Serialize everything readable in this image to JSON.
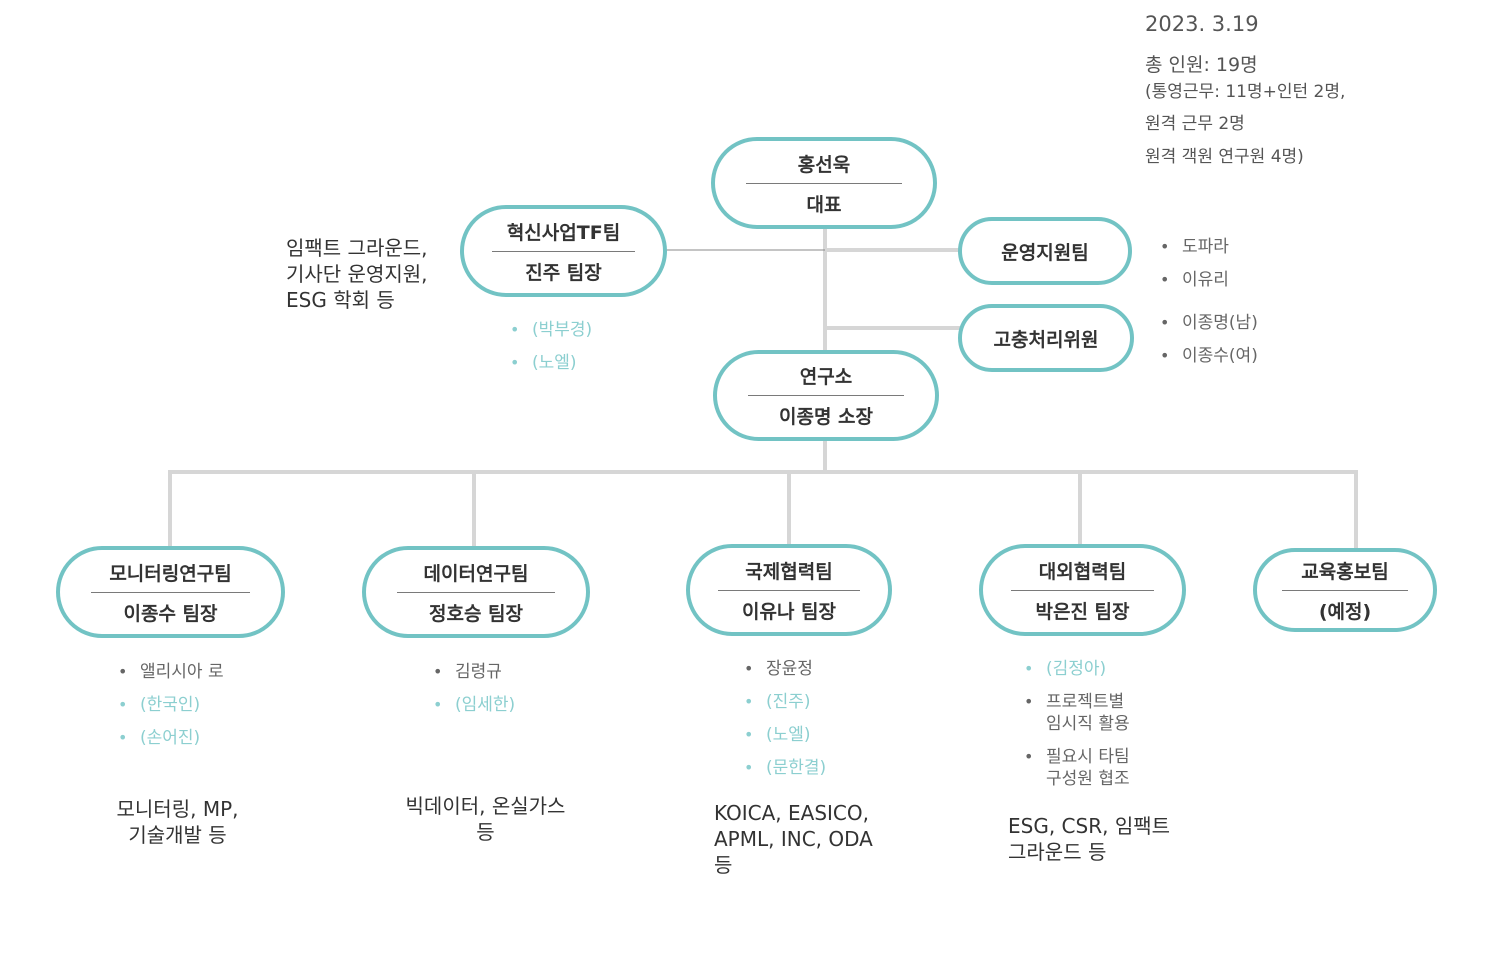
{
  "summary": {
    "date": "2023. 3.19",
    "total": "총 인원: 19명",
    "breakdown_1": "(통영근무: 11명+인턴 2명,",
    "breakdown_2": "원격 근무 2명",
    "breakdown_3": "원격 객원 연구원 4명)"
  },
  "colors": {
    "node_border": "#72c3c4",
    "connector": "#d6d6d6",
    "secondary_member": "#8ccfd0"
  },
  "ceo": {
    "title": "홍선욱",
    "role": "대표"
  },
  "innovation_tf": {
    "title": "혁신사업TF팀",
    "role": "진주 팀장",
    "desc": [
      "임팩트 그라운드,",
      "기사단 운영지원,",
      "ESG 학회 등"
    ],
    "members": [
      {
        "lines": [
          "(박부경)"
        ],
        "secondary": true
      },
      {
        "lines": [
          "(노엘)"
        ],
        "secondary": true
      }
    ]
  },
  "ops_support": {
    "title": "운영지원팀",
    "members": [
      {
        "lines": [
          "도파라"
        ],
        "secondary": false
      },
      {
        "lines": [
          "이유리"
        ],
        "secondary": false
      }
    ]
  },
  "grievance": {
    "title": "고충처리위원",
    "members": [
      {
        "lines": [
          "이종명(남)"
        ],
        "secondary": false
      },
      {
        "lines": [
          "이종수(여)"
        ],
        "secondary": false
      }
    ]
  },
  "institute": {
    "title": "연구소",
    "role": "이종명 소장"
  },
  "teams": [
    {
      "key": "monitoring",
      "title": "모니터링연구팀",
      "role": "이종수 팀장",
      "members": [
        {
          "lines": [
            "앨리시아 로"
          ],
          "secondary": false
        },
        {
          "lines": [
            "(한국인)"
          ],
          "secondary": true
        },
        {
          "lines": [
            "(손어진)"
          ],
          "secondary": true
        }
      ],
      "desc": [
        "모니터링, MP,",
        "기술개발 등"
      ]
    },
    {
      "key": "data",
      "title": "데이터연구팀",
      "role": "정호승 팀장",
      "members": [
        {
          "lines": [
            "김령규"
          ],
          "secondary": false
        },
        {
          "lines": [
            "(임세한)"
          ],
          "secondary": true
        }
      ],
      "desc": [
        "빅데이터, 온실가스",
        "등"
      ]
    },
    {
      "key": "intl",
      "title": "국제협력팀",
      "role": "이유나 팀장",
      "members": [
        {
          "lines": [
            "장윤정"
          ],
          "secondary": false
        },
        {
          "lines": [
            "(진주)"
          ],
          "secondary": true
        },
        {
          "lines": [
            "(노엘)"
          ],
          "secondary": true
        },
        {
          "lines": [
            "(문한결)"
          ],
          "secondary": true
        }
      ],
      "desc": [
        "KOICA, EASICO,",
        "APML, INC, ODA",
        "등"
      ]
    },
    {
      "key": "external",
      "title": "대외협력팀",
      "role": "박은진 팀장",
      "members": [
        {
          "lines": [
            "(김정아)"
          ],
          "secondary": true
        },
        {
          "lines": [
            "프로젝트별",
            "임시직 활용"
          ],
          "secondary": false
        },
        {
          "lines": [
            "필요시 타팀",
            "구성원 협조"
          ],
          "secondary": false
        }
      ],
      "desc": [
        "ESG, CSR, 임팩트",
        "그라운드 등"
      ]
    },
    {
      "key": "edu",
      "title": "교육홍보팀",
      "role": "(예정)",
      "members": [],
      "desc": []
    }
  ]
}
